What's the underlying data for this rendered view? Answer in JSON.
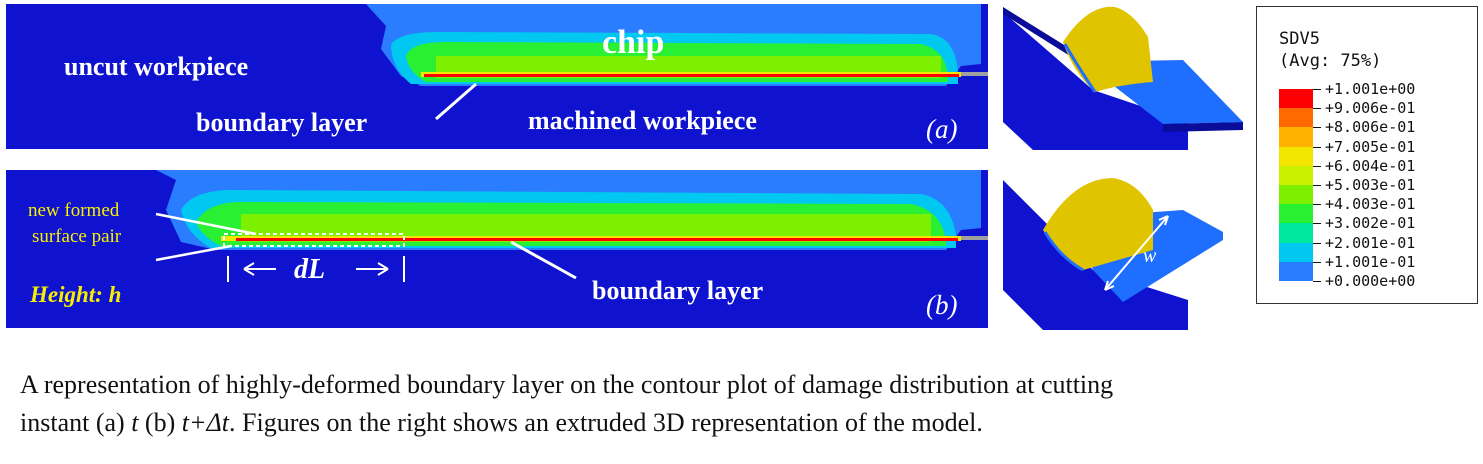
{
  "panel_a": {
    "chip": "chip",
    "uncut": "uncut workpiece",
    "boundary": "boundary layer",
    "machined": "machined workpiece",
    "tag": "(a)"
  },
  "panel_b": {
    "new_formed_1": "new formed",
    "new_formed_2": "surface pair",
    "height": "Height: h",
    "dl": "dL",
    "boundary": "boundary layer",
    "tag": "(b)",
    "w": "w"
  },
  "legend": {
    "title": "SDV5",
    "subtitle": "(Avg: 75%)",
    "ticks": [
      "+1.001e+00",
      "+9.006e-01",
      "+8.006e-01",
      "+7.005e-01",
      "+6.004e-01",
      "+5.003e-01",
      "+4.003e-01",
      "+3.002e-01",
      "+2.001e-01",
      "+1.001e-01",
      "+0.000e+00"
    ],
    "colors": [
      "#ff0000",
      "#ff6a00",
      "#ffb300",
      "#f2e600",
      "#c8f000",
      "#7df000",
      "#2af033",
      "#00e8a0",
      "#00c8f0",
      "#2a7dff",
      "#0f12cf"
    ]
  },
  "caption": {
    "line1": "A representation of highly-deformed boundary layer on the contour plot of damage distribution at cutting",
    "p1": "instant (a) ",
    "t": "t",
    "p2": " (b) ",
    "tdt": "t+Δt",
    "p3": ". Figures on the right shows an extruded 3D representation of the model."
  }
}
